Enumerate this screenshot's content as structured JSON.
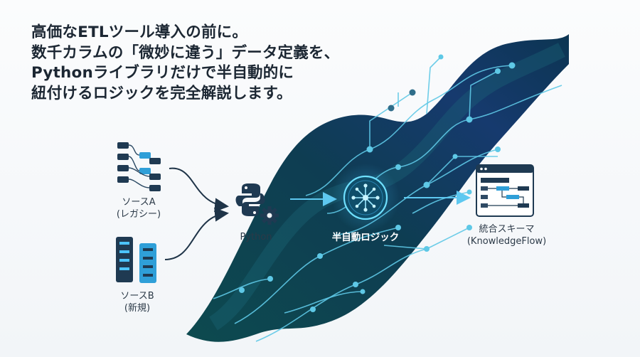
{
  "headline": {
    "line1": "高価なETLツール導入の前に。",
    "line2": "数千カラムの「微妙に違う」データ定義を、",
    "line3": "Pythonライブラリだけで半自動的に",
    "line4": "紐付けるロジックを完全解説します。"
  },
  "nodes": {
    "source_a": {
      "line1": "ソースA",
      "line2": "(レガシー)"
    },
    "source_b": {
      "line1": "ソースB",
      "line2": "(新規)"
    },
    "python": {
      "label": "Python"
    },
    "logic": {
      "label": "半自動ロジック"
    },
    "schema": {
      "line1": "統合スキーマ",
      "line2": "(KnowledgeFlow)"
    }
  },
  "colors": {
    "wave_dark": "#0f3b4f",
    "wave_mid": "#124a5c",
    "wave_deep": "#1a2f6b",
    "accent": "#4cc3ff",
    "circuit": "#5ec8e6",
    "icon_dark": "#1f3a52",
    "icon_blue": "#2f9fd8"
  }
}
